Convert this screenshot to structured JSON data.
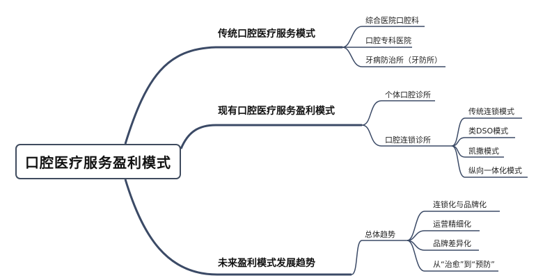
{
  "root": {
    "label": "口腔医疗服务盈利模式"
  },
  "branch_traditional": {
    "label": "传统口腔医疗服务模式",
    "items": [
      "综合医院口腔科",
      "口腔专科医院",
      "牙病防治所（牙防所）"
    ]
  },
  "branch_current": {
    "label": "现有口腔医疗服务盈利模式",
    "items": [
      "个体口腔诊所",
      "口腔连锁诊所"
    ],
    "chain_items": [
      "传统连锁模式",
      "类DSO模式",
      "凯撒模式",
      "纵向一体化模式"
    ]
  },
  "branch_future": {
    "label": "未来盈利模式发展趋势",
    "items": [
      "总体趋势"
    ],
    "trend_items": [
      "连锁化与品牌化",
      "运营精细化",
      "品牌差异化",
      "从“治愈”到“预防”"
    ]
  },
  "colors": {
    "line": "#3b4a66",
    "root_border": "#3f4b5e"
  }
}
